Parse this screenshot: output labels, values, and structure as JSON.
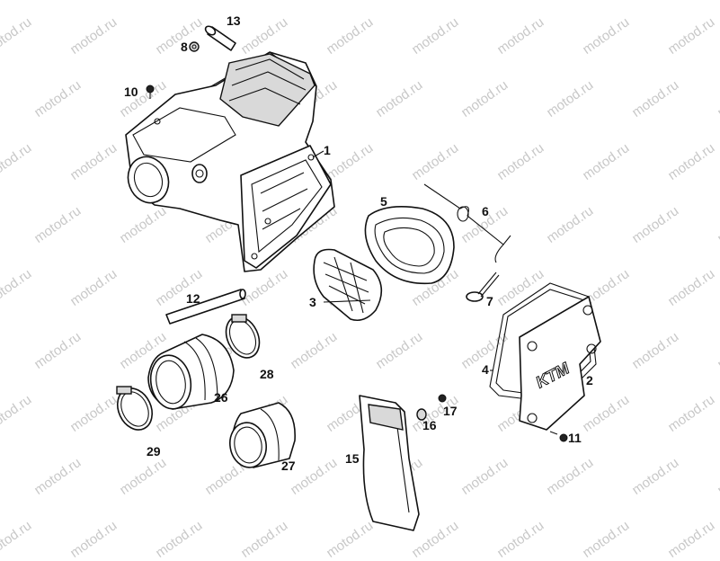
{
  "watermark": "motod.ru",
  "labels": {
    "p1": "1",
    "p2": "2",
    "p3": "3",
    "p4": "4",
    "p5": "5",
    "p6": "6",
    "p7": "7",
    "p8": "8",
    "p10": "10",
    "p11": "11",
    "p12": "12",
    "p13": "13",
    "p15": "15",
    "p16": "16",
    "p17": "17",
    "p26": "26",
    "p27": "27",
    "p28": "28",
    "p29": "29"
  },
  "logo": "KTM"
}
